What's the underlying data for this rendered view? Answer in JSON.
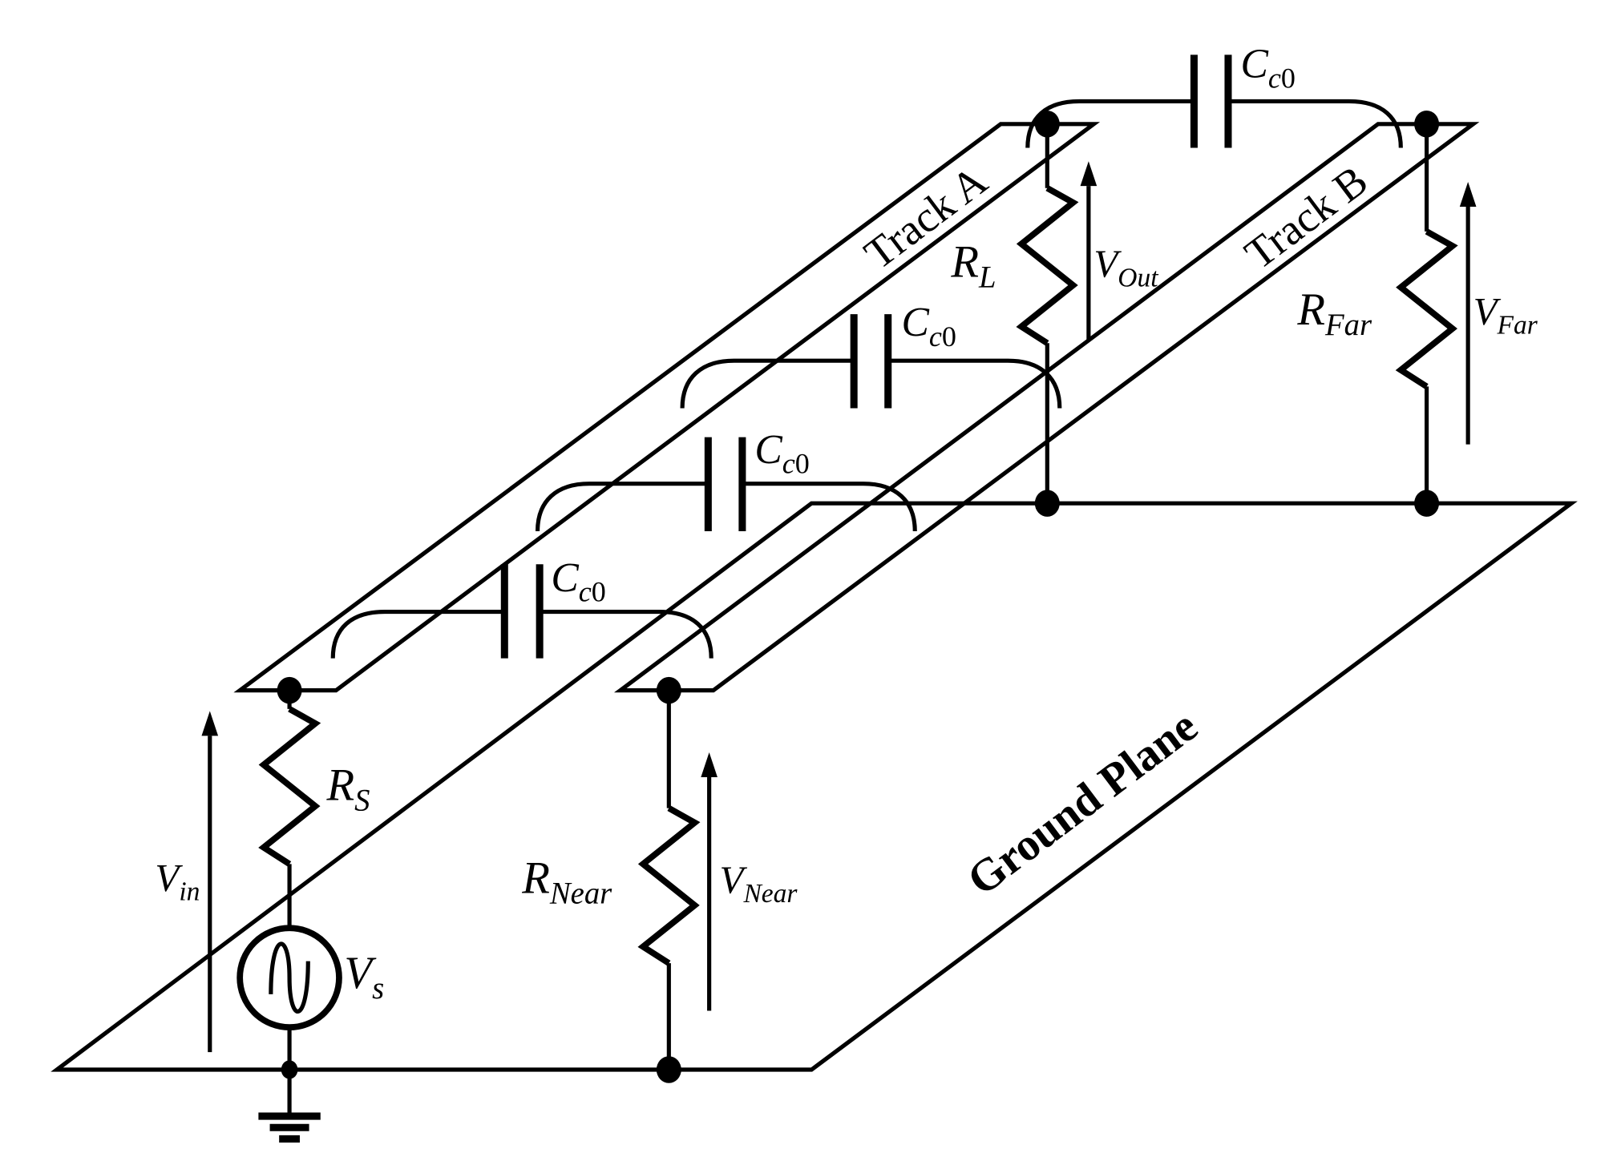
{
  "diagram": {
    "title": "Crosstalk model of two coupled PCB tracks over a ground plane",
    "colors": {
      "ground_plane_fill": "#bfbfbf",
      "line": "#000000",
      "background": "#ffffff"
    },
    "labels": {
      "track_a": "Track A",
      "track_b": "Track B",
      "ground_plane": "Ground Plane"
    },
    "components": {
      "source_resistor": {
        "main": "R",
        "sub": "S"
      },
      "load_resistor": {
        "main": "R",
        "sub": "L"
      },
      "near_resistor": {
        "main": "R",
        "sub": "Near"
      },
      "far_resistor": {
        "main": "R",
        "sub": "Far"
      },
      "voltage_source": {
        "main": "V",
        "sub": "s"
      },
      "coupling_capacitor": {
        "main": "C",
        "sub": "c",
        "sub_digit": "0",
        "count": 4
      }
    },
    "voltages": {
      "input": {
        "main": "V",
        "sub": "in"
      },
      "output": {
        "main": "V",
        "sub": "Out"
      },
      "near": {
        "main": "V",
        "sub": "Near"
      },
      "far": {
        "main": "V",
        "sub": "Far"
      }
    }
  }
}
